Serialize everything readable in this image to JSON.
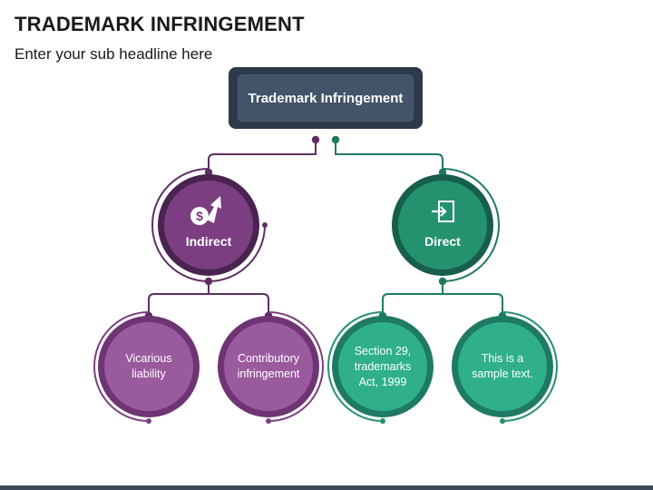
{
  "header": {
    "title": "TRADEMARK INFRINGEMENT",
    "subtitle": "Enter your sub headline here"
  },
  "diagram": {
    "root": {
      "label": "Trademark Infringement"
    },
    "branches": [
      {
        "label": "Indirect",
        "icon": "dollar-arrow-up-icon",
        "color": "#5e2f63",
        "children": [
          {
            "label": "Vicarious liability"
          },
          {
            "label": "Contributory infringement"
          }
        ]
      },
      {
        "label": "Direct",
        "icon": "enter-door-icon",
        "color": "#1f7a63",
        "children": [
          {
            "label": "Section 29, trademarks Act, 1999"
          },
          {
            "label": "This is a sample text."
          }
        ]
      }
    ]
  },
  "colors": {
    "root_outer": "#2e3a4a",
    "root_inner": "#435368",
    "purple_dark": "#5e2f63",
    "purple_mid": "#7b3e80",
    "purple_light": "#9a5a9e",
    "green_dark": "#1f7a63",
    "green_mid": "#24916f",
    "green_light": "#2fb08a"
  }
}
